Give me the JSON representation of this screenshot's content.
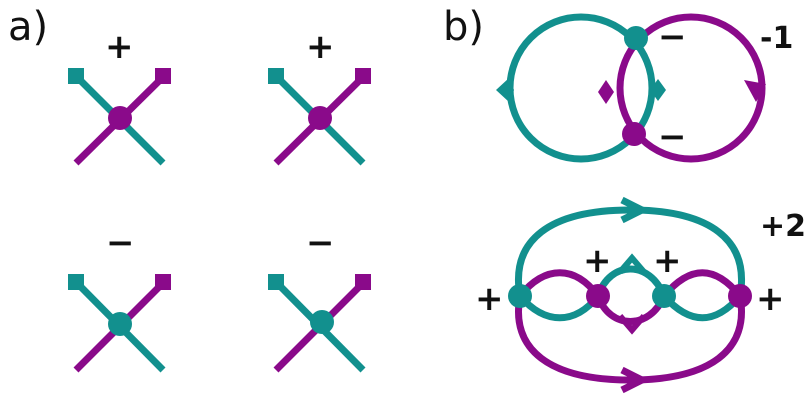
{
  "panel_a": {
    "label": "a)",
    "signs": [
      "+",
      "+",
      "−",
      "−"
    ]
  },
  "panel_b": {
    "label": "b)",
    "top": {
      "number": "-1",
      "signs": [
        "−",
        "−"
      ]
    },
    "bottom": {
      "number": "+2",
      "signs": [
        "+",
        "+",
        "+",
        "+"
      ]
    }
  },
  "colors": {
    "teal": "#12908e",
    "purple": "#8a0a8a",
    "text": "#111111"
  }
}
